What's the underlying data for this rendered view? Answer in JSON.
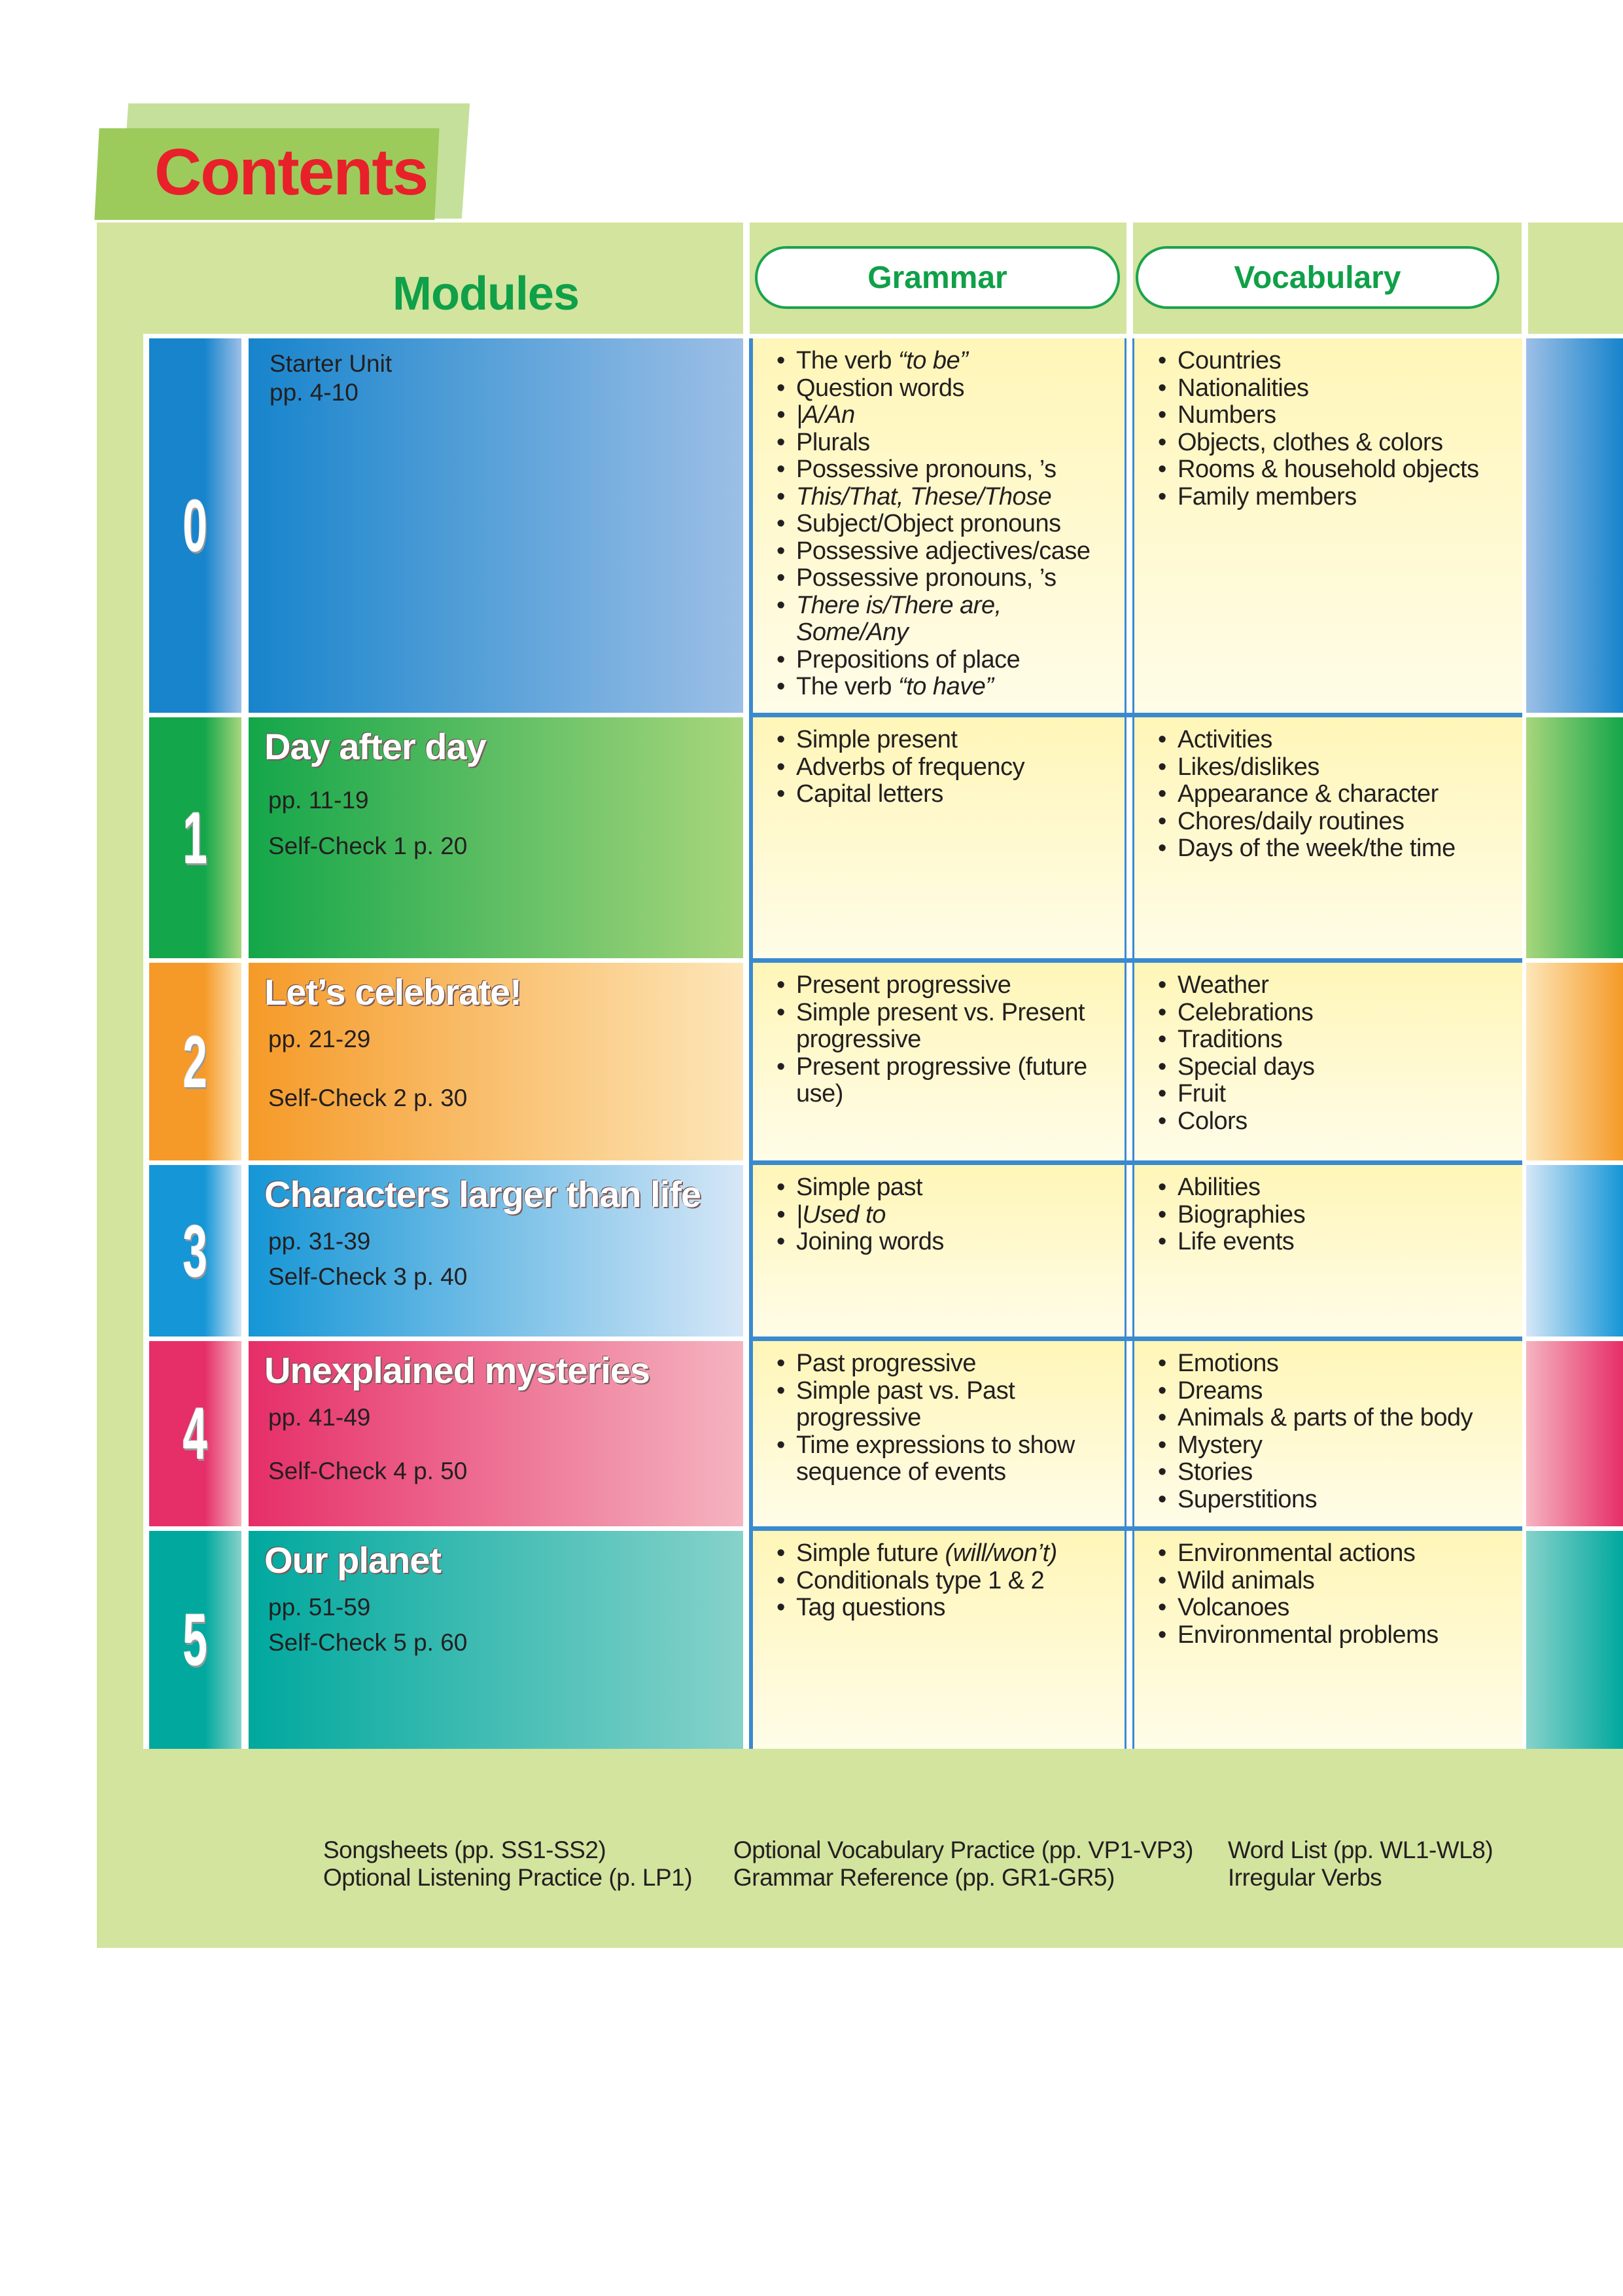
{
  "title": "Contents",
  "headers": {
    "modules": "Modules",
    "grammar": "Grammar",
    "vocabulary": "Vocabulary"
  },
  "colors": {
    "accent_red": "#e8202a",
    "header_green": "#0fa048",
    "panel": "#d2e49e",
    "divider_blue": "#3a8ad0"
  },
  "modules": [
    {
      "number": "0",
      "title": "",
      "lines": [
        "Starter Unit",
        "pp. 4-10"
      ],
      "grammar": [
        "The verb |“to be”",
        "Question words",
        "|A/An",
        "Plurals",
        "Possessive pronouns, ’s",
        "|This/That, These/Those",
        "Subject/Object pronouns",
        "Possessive adjectives/case",
        "Possessive pronouns, ’s",
        "|There is/There are, Some/Any",
        "Prepositions of place",
        "The verb |“to have”"
      ],
      "vocabulary": [
        "Countries",
        "Nationalities",
        "Numbers",
        "Objects, clothes & colors",
        "Rooms & household objects",
        "Family members"
      ],
      "gradient": [
        "#1784cc",
        "#9cbfe6"
      ]
    },
    {
      "number": "1",
      "title": "Day after day",
      "lines": [
        "pp. 11-19",
        "Self-Check 1 p. 20"
      ],
      "grammar": [
        "Simple present",
        "Adverbs of frequency",
        "Capital letters"
      ],
      "vocabulary": [
        "Activities",
        "Likes/dislikes",
        "Appearance & character",
        "Chores/daily routines",
        "Days of the week/the time"
      ],
      "gradient": [
        "#14a64a",
        "#a8d67c"
      ]
    },
    {
      "number": "2",
      "title": "Let’s celebrate!",
      "lines": [
        "pp. 21-29",
        "Self-Check 2 p. 30"
      ],
      "grammar": [
        "Present progressive",
        "Simple present vs. Present progressive",
        "Present progressive (future use)"
      ],
      "vocabulary": [
        "Weather",
        "Celebrations",
        "Traditions",
        "Special days",
        "Fruit",
        "Colors"
      ],
      "gradient": [
        "#f59a28",
        "#fde6b8"
      ]
    },
    {
      "number": "3",
      "title": "Characters larger than life",
      "lines": [
        "pp. 31-39",
        "Self-Check 3 p. 40"
      ],
      "grammar": [
        "Simple past",
        "|Used to",
        "Joining words"
      ],
      "vocabulary": [
        "Abilities",
        "Biographies",
        "Life events"
      ],
      "gradient": [
        "#1596d6",
        "#d6e7f7"
      ]
    },
    {
      "number": "4",
      "title": "Unexplained mysteries",
      "lines": [
        "pp. 41-49",
        "Self-Check 4 p. 50"
      ],
      "grammar": [
        "Past progressive",
        "Simple past vs. Past progressive",
        "Time expressions to show sequence of events"
      ],
      "vocabulary": [
        "Emotions",
        "Dreams",
        "Animals & parts of the body",
        "Mystery",
        "Stories",
        "Superstitions"
      ],
      "gradient": [
        "#e62e68",
        "#f5b4c0"
      ]
    },
    {
      "number": "5",
      "title": "Our planet",
      "lines": [
        "pp. 51-59",
        "Self-Check 5 p. 60"
      ],
      "grammar": [
        "Simple future |(will/won’t)",
        "Conditionals type 1 & 2",
        "Tag questions"
      ],
      "vocabulary": [
        "Environmental actions",
        "Wild animals",
        "Volcanoes",
        "Environmental problems"
      ],
      "gradient": [
        "#00a89e",
        "#86d2ca"
      ]
    }
  ],
  "footer": [
    [
      "Songsheets (pp. SS1-SS2)",
      "Optional Listening Practice (p. LP1)"
    ],
    [
      "Optional Vocabulary Practice (pp. VP1-VP3)",
      "Grammar Reference (pp. GR1-GR5)"
    ],
    [
      "Word List (pp. WL1-WL8)",
      "Irregular Verbs"
    ]
  ]
}
